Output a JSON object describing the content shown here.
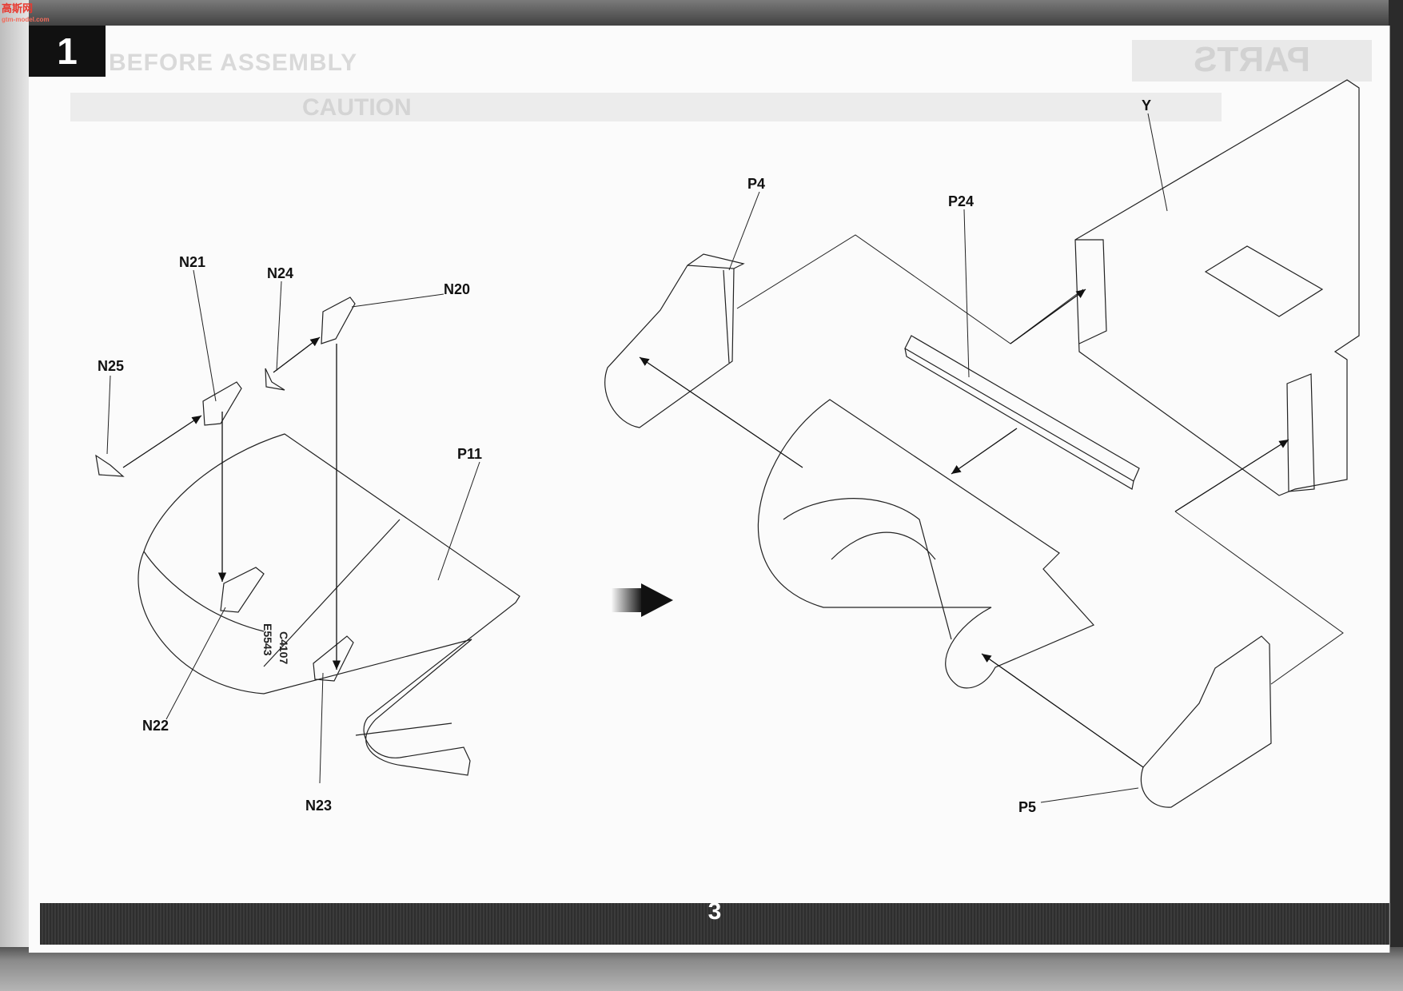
{
  "step_number": "1",
  "page_number": "3",
  "watermark": {
    "text": "高斯网",
    "sub": "gtm-model.com"
  },
  "ghost_text": {
    "title": "BEFORE ASSEMBLY",
    "parts": "PARTS",
    "caution": "CAUTION"
  },
  "part_labels": {
    "n21": "N21",
    "n24": "N24",
    "n20": "N20",
    "n25": "N25",
    "p11": "P11",
    "n22": "N22",
    "n23": "N23",
    "p4": "P4",
    "p24": "P24",
    "y": "Y",
    "p5": "P5"
  },
  "part_markings": {
    "line1": "C4107",
    "line2": "E5543"
  }
}
